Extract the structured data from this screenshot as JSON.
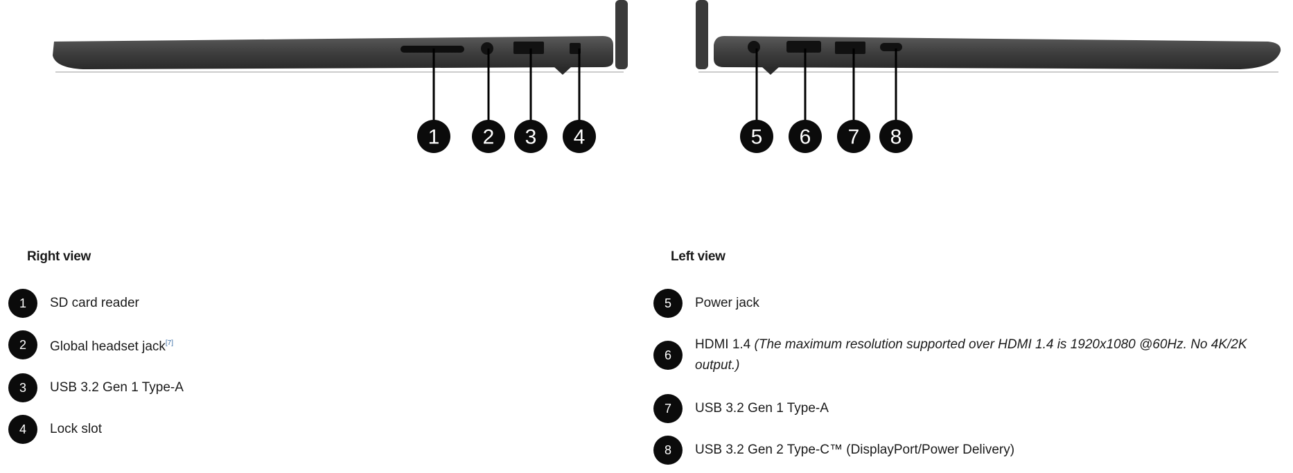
{
  "callouts": [
    "1",
    "2",
    "3",
    "4",
    "5",
    "6",
    "7",
    "8"
  ],
  "right_view": {
    "heading": "Right view",
    "items": [
      {
        "num": "1",
        "label": "SD card reader"
      },
      {
        "num": "2",
        "label": "Global headset jack",
        "footnote": "[7]"
      },
      {
        "num": "3",
        "label": "USB 3.2 Gen 1 Type-A"
      },
      {
        "num": "4",
        "label": "Lock slot"
      }
    ]
  },
  "left_view": {
    "heading": "Left view",
    "items": [
      {
        "num": "5",
        "label": "Power jack"
      },
      {
        "num": "6",
        "label": "HDMI 1.4",
        "note": "(The maximum resolution supported over HDMI 1.4 is 1920x1080 @60Hz. No 4K/2K output.)"
      },
      {
        "num": "7",
        "label": "USB 3.2 Gen 1 Type-A"
      },
      {
        "num": "8",
        "label": "USB 3.2 Gen 2 Type-C™ (DisplayPort/Power Delivery)"
      }
    ]
  }
}
